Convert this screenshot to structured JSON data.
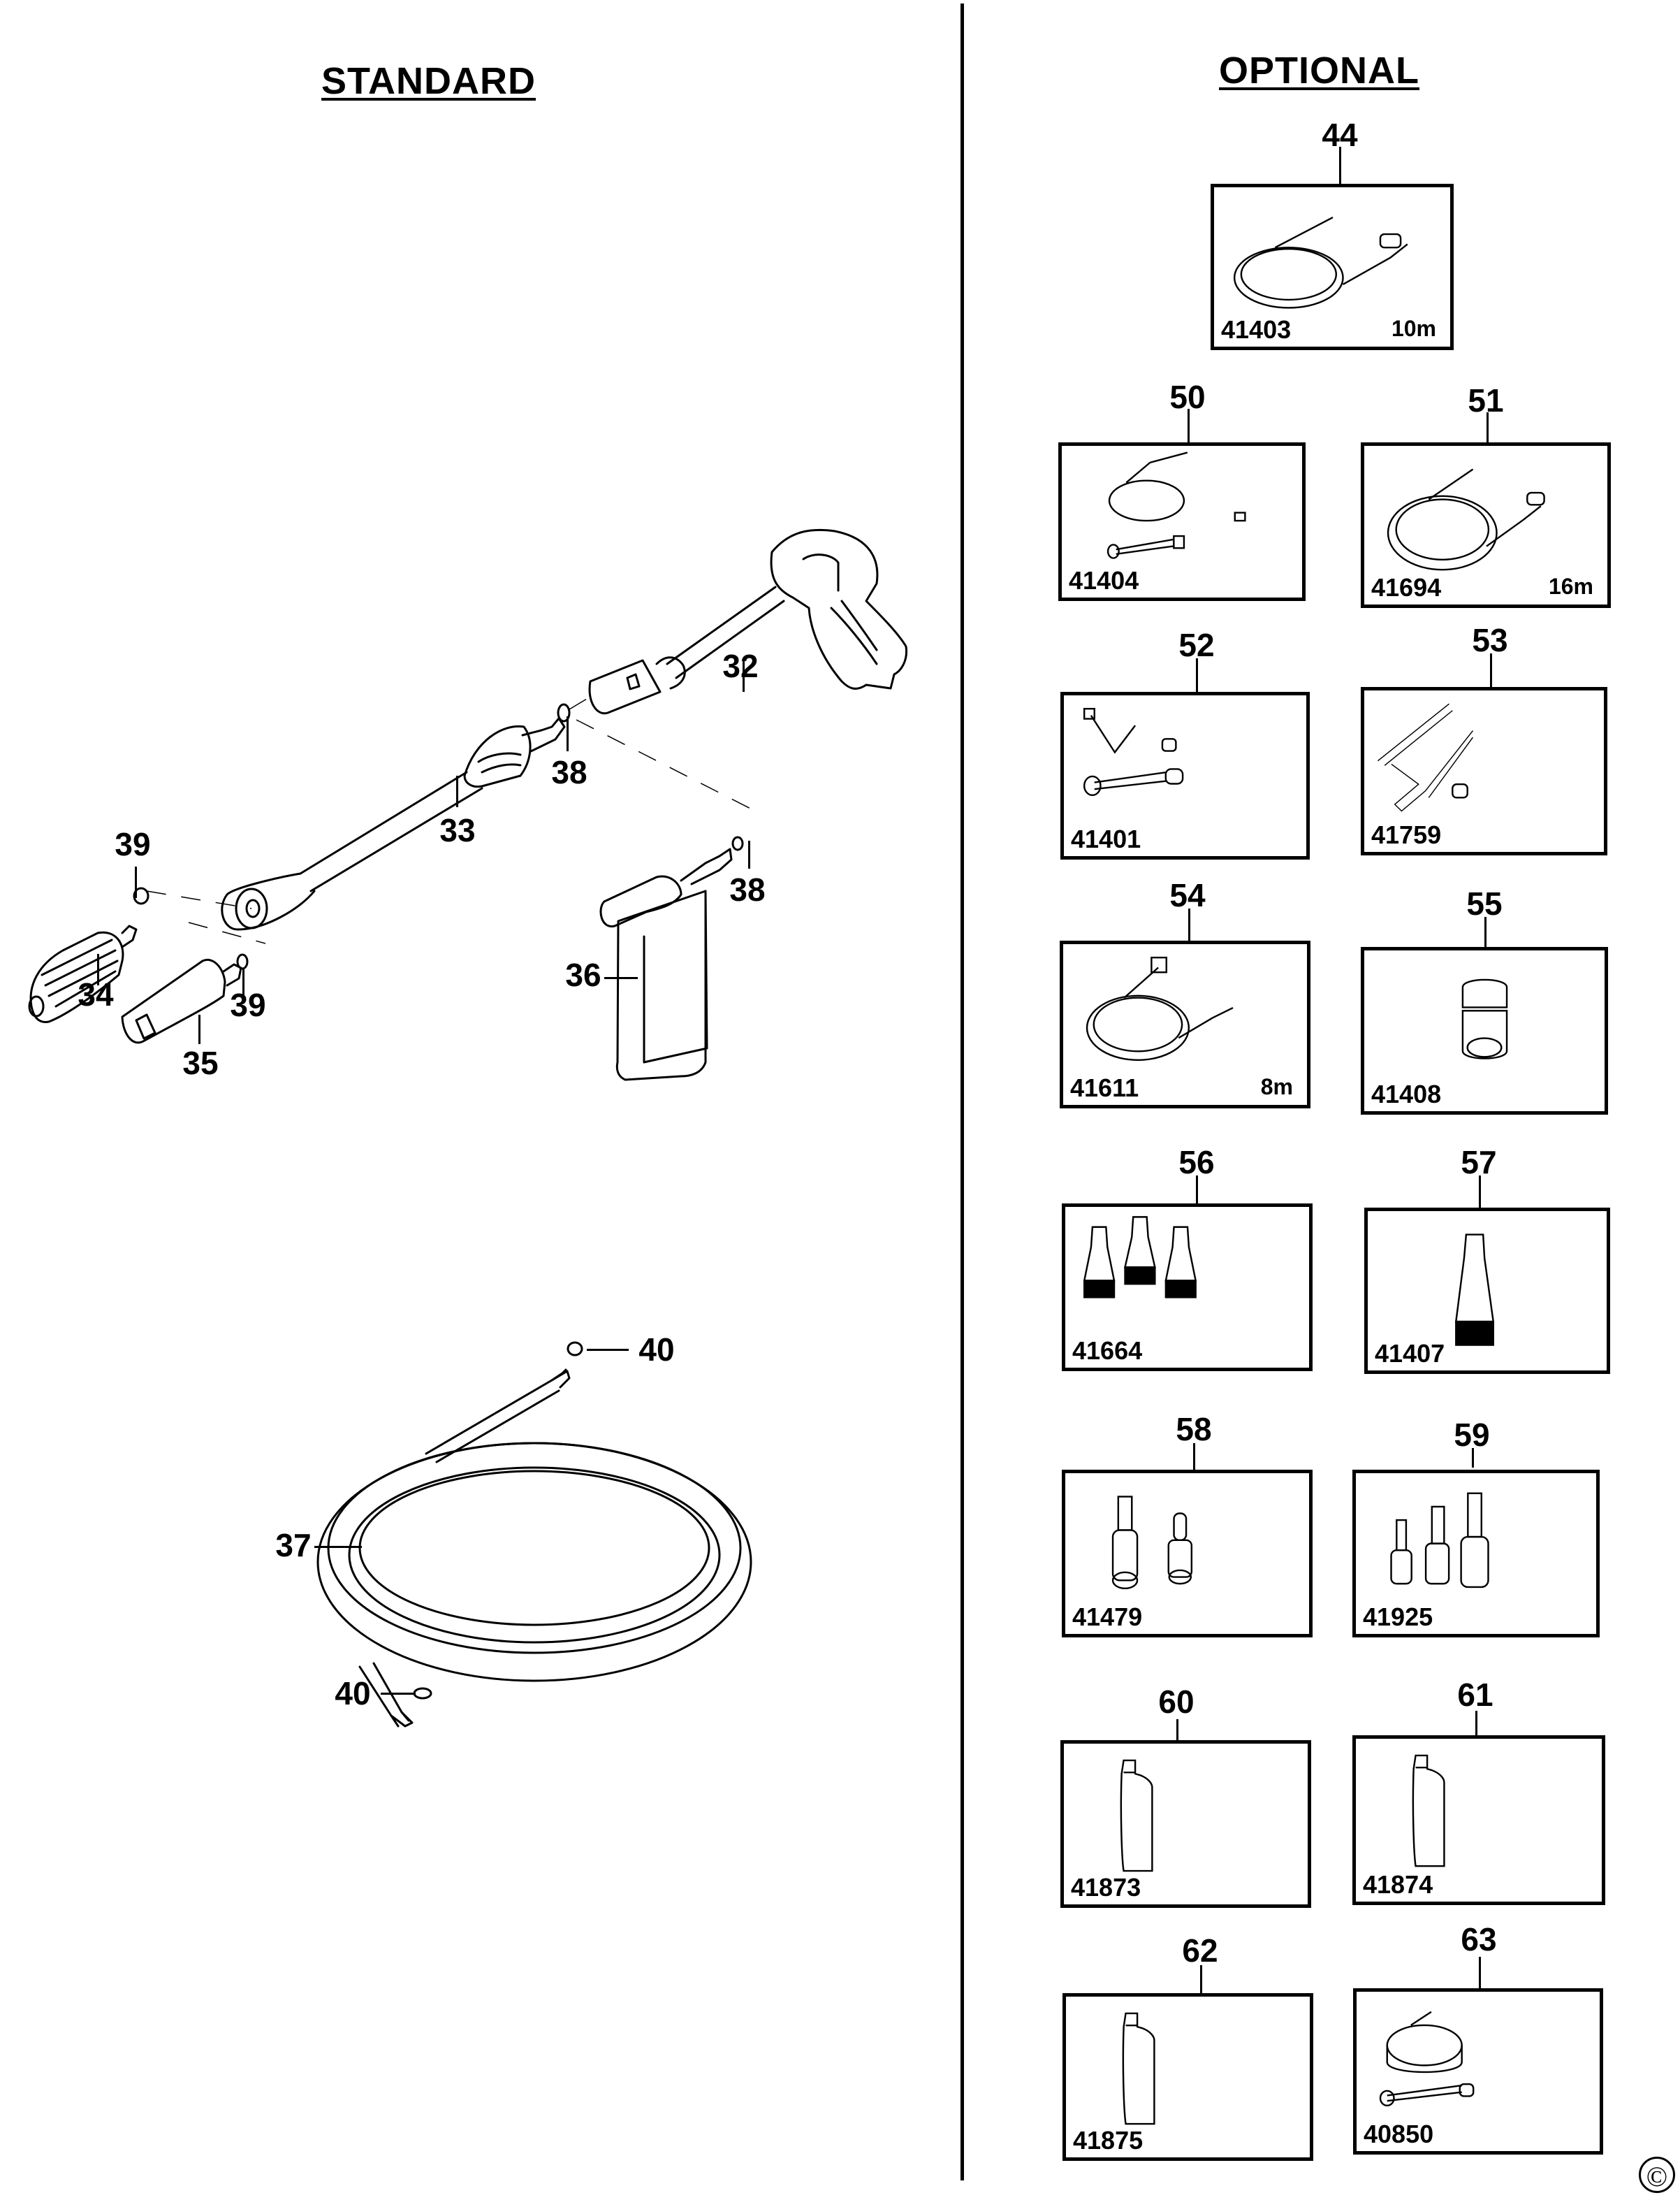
{
  "sections": {
    "standard_title": "STANDARD",
    "optional_title": "OPTIONAL"
  },
  "standard_parts": [
    {
      "ref": "32",
      "name": "spray gun with lance connector"
    },
    {
      "ref": "33",
      "name": "lance"
    },
    {
      "ref": "34",
      "name": "rotary nozzle"
    },
    {
      "ref": "35",
      "name": "adjustable nozzle"
    },
    {
      "ref": "36",
      "name": "detergent bottle"
    },
    {
      "ref": "37",
      "name": "high pressure hose"
    },
    {
      "ref": "38",
      "name": "o-ring"
    },
    {
      "ref": "39",
      "name": "o-ring"
    },
    {
      "ref": "40",
      "name": "o-ring"
    }
  ],
  "callouts": {
    "c32": "32",
    "c33": "33",
    "c34": "34",
    "c35": "35",
    "c36": "36",
    "c37": "37",
    "c38a": "38",
    "c38b": "38",
    "c39a": "39",
    "c39b": "39",
    "c40a": "40",
    "c40b": "40"
  },
  "optional_parts": [
    {
      "ref": "44",
      "part_no": "41403",
      "length": "10m",
      "icon": "hose-kit"
    },
    {
      "ref": "50",
      "part_no": "41404",
      "length": "",
      "icon": "drain-cleaning-kit"
    },
    {
      "ref": "51",
      "part_no": "41694",
      "length": "16m",
      "icon": "hose-kit"
    },
    {
      "ref": "52",
      "part_no": "41401",
      "length": "",
      "icon": "angled-lance-kit"
    },
    {
      "ref": "53",
      "part_no": "41759",
      "length": "",
      "icon": "telescopic-lance"
    },
    {
      "ref": "54",
      "part_no": "41611",
      "length": "8m",
      "icon": "extension-hose"
    },
    {
      "ref": "55",
      "part_no": "41408",
      "length": "",
      "icon": "hose-connector"
    },
    {
      "ref": "56",
      "part_no": "41664",
      "length": "",
      "icon": "nozzle-set"
    },
    {
      "ref": "57",
      "part_no": "41407",
      "length": "",
      "icon": "nozzle"
    },
    {
      "ref": "58",
      "part_no": "41479",
      "length": "",
      "icon": "adapter-set"
    },
    {
      "ref": "59",
      "part_no": "41925",
      "length": "",
      "icon": "coupling-set"
    },
    {
      "ref": "60",
      "part_no": "41873",
      "length": "",
      "icon": "detergent-bottle"
    },
    {
      "ref": "61",
      "part_no": "41874",
      "length": "",
      "icon": "detergent-bottle"
    },
    {
      "ref": "62",
      "part_no": "41875",
      "length": "",
      "icon": "detergent-bottle"
    },
    {
      "ref": "63",
      "part_no": "40850",
      "length": "",
      "icon": "patio-cleaner-with-lance"
    }
  ],
  "copyright_symbol": "©"
}
